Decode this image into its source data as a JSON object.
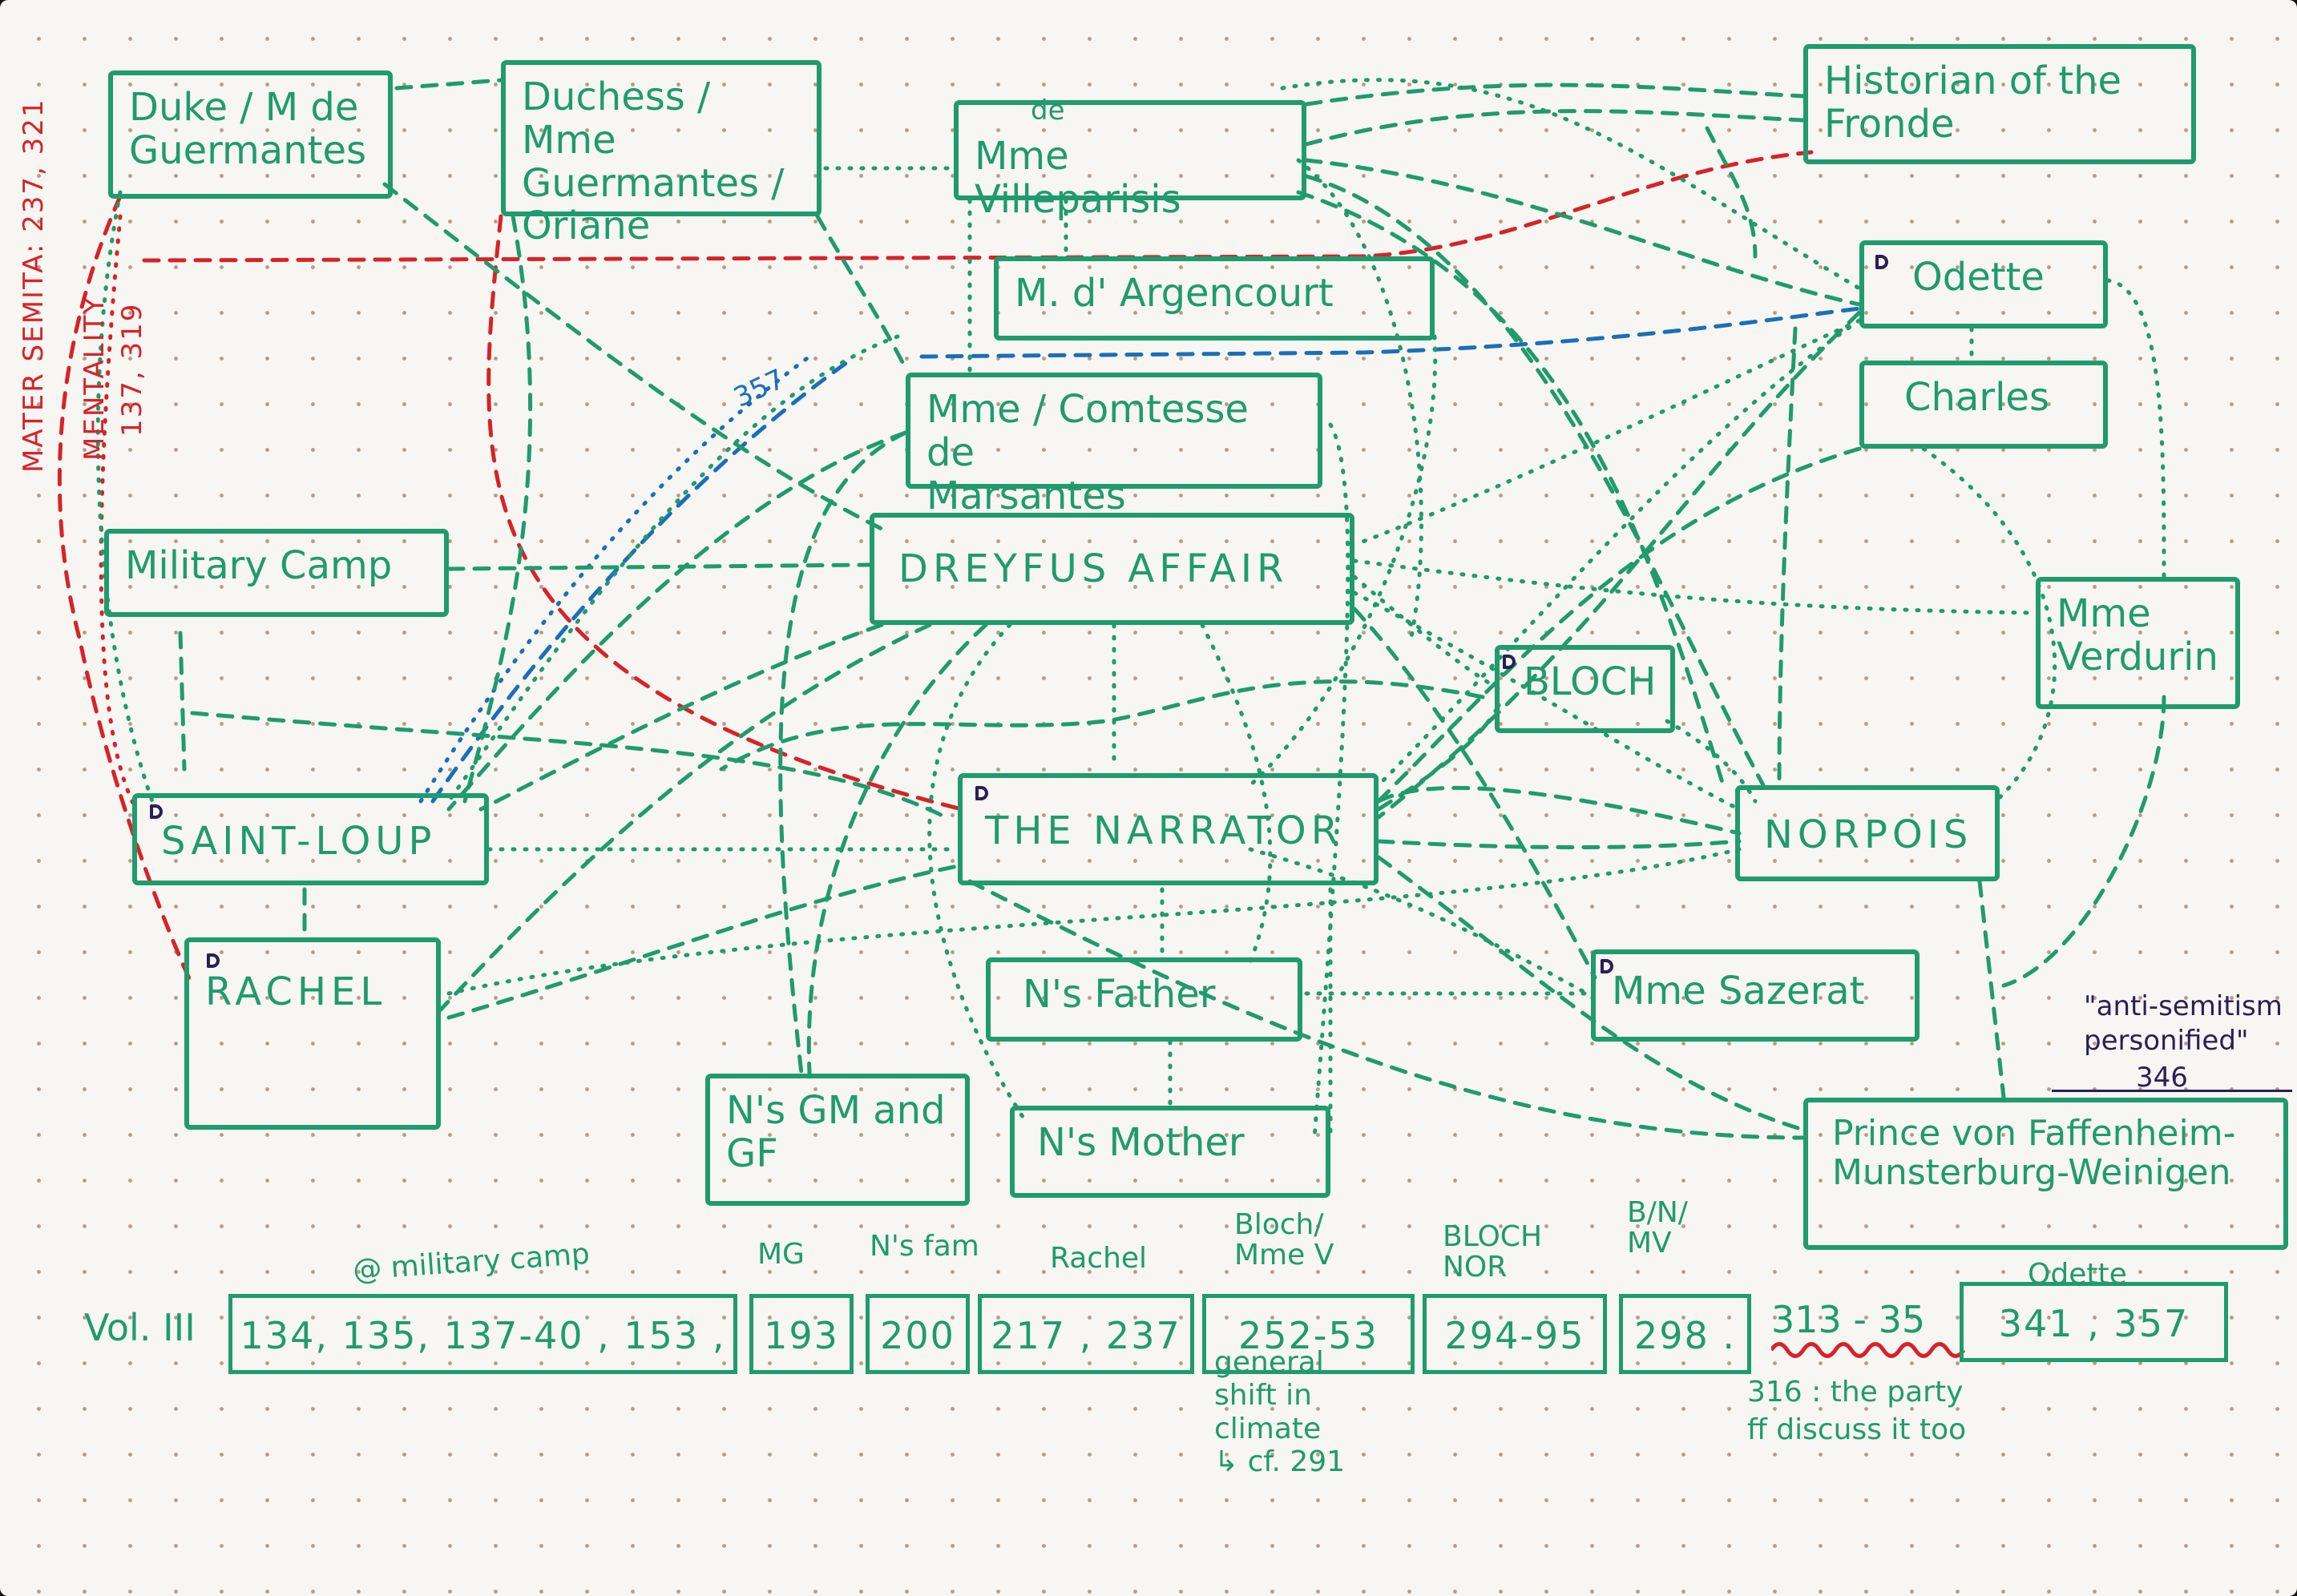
{
  "colors": {
    "ink": "#1f9b6e",
    "red_ink": "#d6232a",
    "blue_ink": "#1a6fb8",
    "purple_ink": "#2a1f55",
    "paper": "#f7f6f2"
  },
  "nodes": {
    "guermantes_duke": "Duke / M de\nGuermantes",
    "guermantes_duchess": "Duchess / Mme\nGuermantes /\nOriane",
    "villeparisis_prefix": "de",
    "villeparisis": "Mme Villeparisis",
    "historian": "Historian of the\nFronde",
    "argencourt": "M. d' Argencourt",
    "odette": "Odette",
    "charles": "Charles",
    "marsantes": "Mme / Comtesse de\nMarsantes",
    "dreyfus": "DREYFUS AFFAIR",
    "military_camp": "Military Camp",
    "verdurin": "Mme\nVerdurin",
    "bloch": "BLOCH",
    "saint_loup": "SAINT-LOUP",
    "narrator": "THE NARRATOR",
    "norpois": "NORPOIS",
    "rachel": "RACHEL",
    "n_father": "N's Father",
    "sazerat": "Mme Sazerat",
    "n_gm_gf": "N's GM and\nGF",
    "n_mother": "N's Mother",
    "faffenheim": "Prince von Faffenheim-\nMunsterburg-Weinigen"
  },
  "side_notes": {
    "mater_semita": "MATER SEMITA: 237, 321",
    "mentality": "MENTALITY",
    "mentality_pages": "137, 319",
    "blue_page": "357",
    "anti_semitism": "\"anti-semitism\npersonified\"",
    "anti_semitism_page": "346"
  },
  "references": {
    "volume": "Vol. III",
    "groups": [
      {
        "label": "@ military camp",
        "pages": "134, 135, 137-40 , 153 ,"
      },
      {
        "label": "MG",
        "pages": "193"
      },
      {
        "label": "N's fam",
        "pages": "200"
      },
      {
        "label": "Rachel",
        "pages": "217 , 237"
      },
      {
        "label": "Bloch/\nMme V",
        "pages": "252-53"
      },
      {
        "label": "BLOCH\nNOR",
        "pages": "294-95"
      },
      {
        "label": "B/N/\nMV",
        "pages": "298 ."
      }
    ],
    "underlined_range": "313 - 35",
    "odette_label": "Odette",
    "odette_pages": "341 , 357",
    "note_general": "general\nshift in\nclimate\n↳ cf. 291",
    "note_party": "316 : the party\nff discuss it too"
  }
}
